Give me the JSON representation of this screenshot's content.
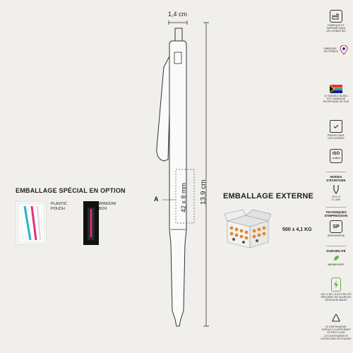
{
  "dimensions": {
    "width": "1,4 cm",
    "height": "13,9 cm",
    "print_area": "42 x 8 mm",
    "print_marker": "A"
  },
  "special_packaging": {
    "title": "EMBALLAGE SPÉCIAL EN OPTION",
    "option1_line1": "PLASTIC",
    "option1_line2": "POUCH",
    "option2_line1": "WINDOW",
    "option2_line2": "BOX"
  },
  "external_packaging": {
    "title": "EMBALLAGE EXTERNE",
    "quantity": "500 ± 4,1 KG"
  },
  "sidebar": {
    "item1_line1": "FABRIQUÉ ET",
    "item1_line2": "IMPRIMÉ DANS",
    "item1_line3": "LES USINES BIC",
    "item2_line1": "FABRIQUÉ",
    "item2_line2": "EN FRANCE",
    "item3_line1": "LE MODÈLE BLANC",
    "item3_line2": "EST FABRIQUÉ",
    "item3_line3": "EN AFRIQUE DU SUD",
    "item4_line1": "RESPECTANT",
    "item4_line2": "LES NORMES",
    "item5_badge1": "ISO",
    "item5_badge2": "certified",
    "modes_line1": "MODES",
    "modes_line2": "D'ÉCRITURE",
    "stylo_line1": "STYLO",
    "stylo_line2": "0.1 MM",
    "tech_line1": "TECHNIQUES",
    "tech_line2": "D'IMPRESSION",
    "sp_badge": "SP",
    "sp_text": "SÉRIGRAPHIE",
    "durability": "DURABILITÉ",
    "imprim_vert": "IMPRIM'VERT",
    "elec_line1": "100 % DE L'ÉLECTRICITÉ",
    "elec_line2": "PROVIENT DE SOURCES",
    "elec_line3": "RENOUVELABLES",
    "terra_line1": "LE PARTENARIAT",
    "terra_line2": "TERRACYCLE®PERMET",
    "terra_line3": "DE RECYCLER",
    "terra_line4": "LES INSTRUMENTS",
    "terra_line5": "D'ÉCRITURE EN FRANCE"
  },
  "colors": {
    "background": "#f1efec",
    "line": "#333333",
    "pink": "#e6307a",
    "turquoise": "#28b3c9",
    "box_orange": "#e08a2c"
  }
}
